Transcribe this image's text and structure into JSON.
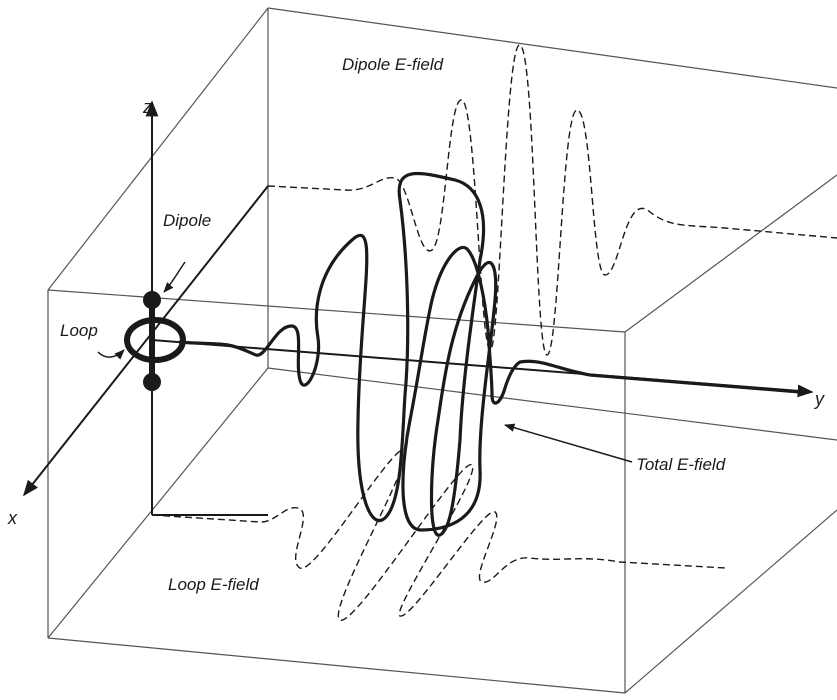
{
  "labels": {
    "dipole_efield": "Dipole E-field",
    "loop_efield": "Loop E-field",
    "total_efield": "Total E-field",
    "dipole": "Dipole",
    "loop": "Loop"
  },
  "axes": {
    "x": "x",
    "y": "y",
    "z": "z"
  },
  "colors": {
    "stroke": "#1a1a1a",
    "box": "#555555",
    "background": "#ffffff"
  }
}
